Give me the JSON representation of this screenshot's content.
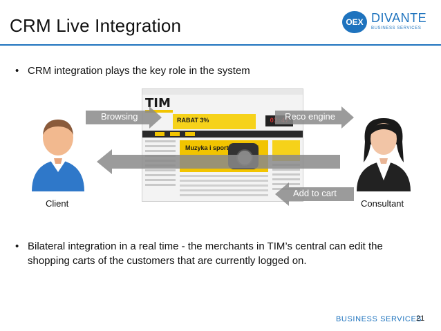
{
  "slide": {
    "title": "CRM Live Integration",
    "bullets": [
      "CRM integration plays the key role in the system",
      "Bilateral integration in a real time - the merchants in TIM’s central can edit the shopping carts of the customers that are currently logged on."
    ],
    "page_number": "21"
  },
  "logo": {
    "mark": "OEX",
    "brand": "DIVANTE",
    "subtitle": "BUSINESS SERVICES"
  },
  "footer": {
    "brand": "BUSINESS SERVICES"
  },
  "diagram": {
    "left_person_label": "Client",
    "right_person_label": "Consultant",
    "arrow_labels": {
      "browsing": "Browsing",
      "reco_engine": "Reco engine",
      "add_to_cart": "Add to cart"
    }
  },
  "shop_screenshot": {
    "logo_text": "TIM",
    "banner_text": "RABAT 3%",
    "clock_text": "03:47",
    "hero_text": "Muzyka i sport To lubisz!"
  },
  "colors": {
    "accent": "#1e73be",
    "arrow_gray": "#8a8a8a",
    "shop_yellow": "#f2c400"
  },
  "icons": {
    "client": "male-user-icon",
    "consultant": "female-user-icon"
  }
}
